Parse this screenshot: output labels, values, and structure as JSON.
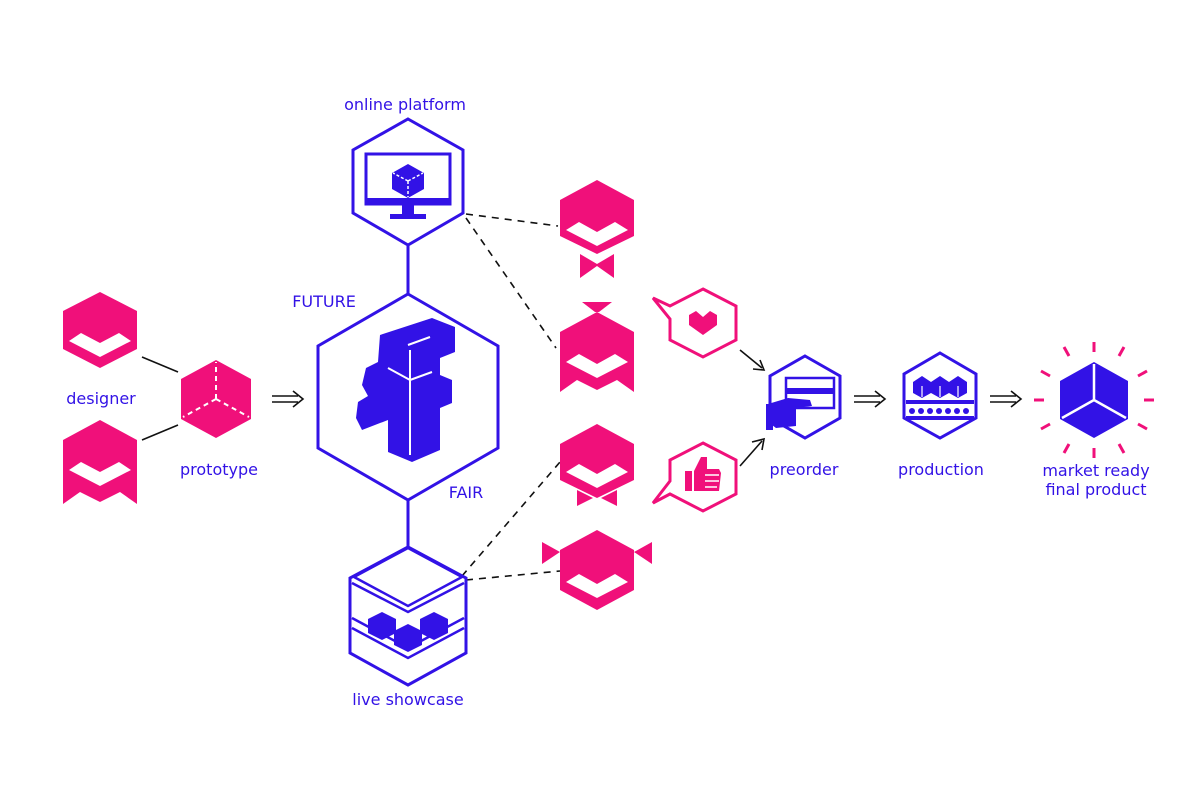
{
  "colors": {
    "blue": "#3212e6",
    "pink": "#f0107a",
    "connector": "#111111"
  },
  "labels": {
    "online_platform": "online platform",
    "future": "FUTURE",
    "fair": "FAIR",
    "live_showcase": "live showcase",
    "designer": "designer",
    "prototype": "prototype",
    "preorder": "preorder",
    "production": "production",
    "market_line1": "market ready",
    "market_line2": "final product"
  },
  "icons": [
    "designer-avatar-icon",
    "prototype-cube-icon",
    "future-fair-logo-icon",
    "monitor-cube-icon",
    "showcase-box-icon",
    "visitor-bowtie-icon",
    "visitor-bow-icon",
    "visitor-pigtails-icon",
    "heart-speech-bubble-icon",
    "thumbs-up-speech-bubble-icon",
    "card-payment-icon",
    "conveyor-production-icon",
    "glowing-cube-icon",
    "double-arrow-icon"
  ]
}
